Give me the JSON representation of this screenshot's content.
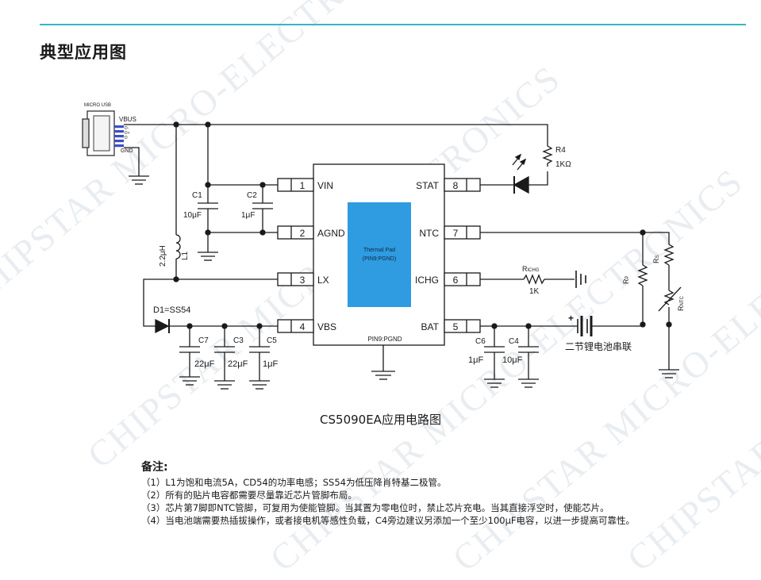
{
  "heading": "典型应用图",
  "watermark": "CHIPSTAR MICRO-ELECTRONICS",
  "schematic": {
    "usb_label": "MICRO USB",
    "usb_pins": [
      "D-",
      "D+",
      "D"
    ],
    "vbus_label": "VBUS",
    "gnd_label": "GND",
    "chip_pins": [
      {
        "num": "1",
        "name": "VIN"
      },
      {
        "num": "2",
        "name": "AGND"
      },
      {
        "num": "3",
        "name": "LX"
      },
      {
        "num": "4",
        "name": "VBS"
      },
      {
        "num": "5",
        "name": "BAT"
      },
      {
        "num": "6",
        "name": "ICHG"
      },
      {
        "num": "7",
        "name": "NTC"
      },
      {
        "num": "8",
        "name": "STAT"
      }
    ],
    "thermal_pad_line1": "Thermal Pad",
    "thermal_pad_line2": "(PIN9:PGND)",
    "pgnd_label": "PIN9:PGND",
    "r4_name": "R4",
    "r4_value": "1KΩ",
    "c1_name": "C1",
    "c1_value": "10μF",
    "c2_name": "C2",
    "c2_value": "1μF",
    "l1_value": "2.2μH",
    "l1_name": "L1",
    "d1_label": "D1=SS54",
    "c7_name": "C7",
    "c7_value": "22μF",
    "c3_name": "C3",
    "c3_value": "22μF",
    "c5_name": "C5",
    "c5_value": "1μF",
    "c6_name": "C6",
    "c6_value": "1μF",
    "c4_name": "C4",
    "c4_value": "10μF",
    "richg_name": "R",
    "richg_sub": "ICHG",
    "richg_value": "1K",
    "rp_name": "R",
    "rp_sub": "P",
    "rs_name": "R",
    "rs_sub": "S",
    "rntc_name": "R",
    "rntc_sub": "NTC",
    "battery_label": "二节锂电池串联",
    "plus_sign": "+"
  },
  "caption": "CS5090EA应用电路图",
  "notes_title": "备注:",
  "notes": [
    "（1）L1为饱和电流5A，CD54的功率电感；SS54为低压降肖特基二极管。",
    "（2）所有的贴片电容都需要尽量靠近芯片管脚布局。",
    "（3）芯片第7脚即NTC管脚，可复用为使能管脚。当其置为零电位时，禁止芯片充电。当其直接浮空时，使能芯片。",
    "（4）当电池端需要热插拔操作，或者接电机等感性负载，C4旁边建议另添加一个至少100μF电容，以进一步提高可靠性。"
  ],
  "colors": {
    "accent_line": "#38b6c9",
    "thermal_pad": "#2f9be0",
    "wire": "#1a1a1a"
  }
}
